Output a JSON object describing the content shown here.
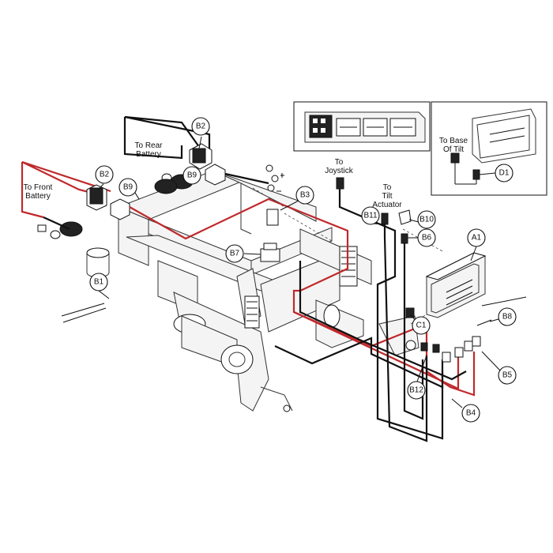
{
  "labels": {
    "to_rear_battery_1": "To Rear",
    "to_rear_battery_2": "Battery",
    "to_front_battery_1": "To Front",
    "to_front_battery_2": "Battery",
    "to_joystick_1": "To",
    "to_joystick_2": "Joystick",
    "to_tilt_1": "To",
    "to_tilt_2": "Tilt",
    "to_tilt_3": "Actuator",
    "to_base_tilt_1": "To Base",
    "to_base_tilt_2": "Of Tilt"
  },
  "callouts": {
    "b1": "B1",
    "b2_rear": "B2",
    "b2_front": "B2",
    "b3": "B3",
    "b4": "B4",
    "b5": "B5",
    "b6": "B6",
    "b7": "B7",
    "b8": "B8",
    "b9_rear": "B9",
    "b9_front": "B9",
    "b10": "B10",
    "b11": "B11",
    "b12": "B12",
    "a1": "A1",
    "c1": "C1",
    "d1": "D1"
  },
  "colors": {
    "line": "#111111",
    "wire_red": "#c0292b",
    "background": "#ffffff"
  }
}
